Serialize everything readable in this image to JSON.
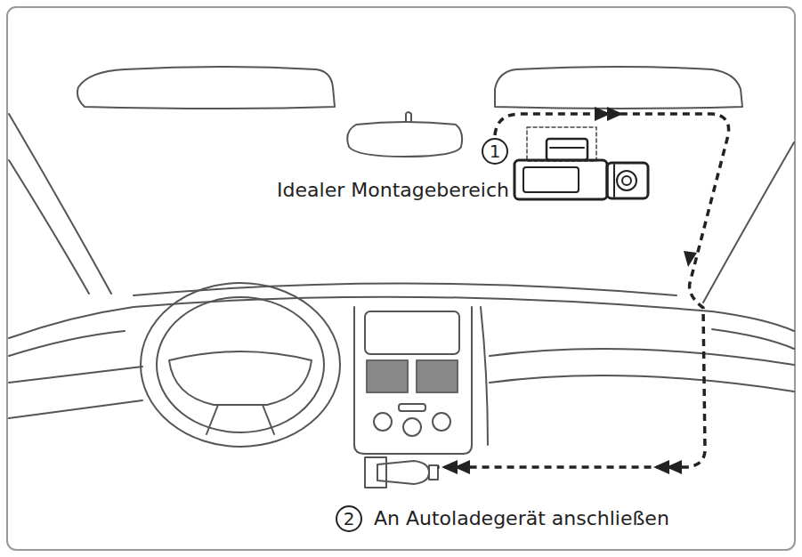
{
  "diagram": {
    "nodes": [
      {
        "text": [
          "1"
        ]
      },
      {
        "text": [
          "2"
        ]
      }
    ],
    "labels": [
      "Idealer Montagebereich",
      "An Autoladegerät anschließen"
    ]
  }
}
